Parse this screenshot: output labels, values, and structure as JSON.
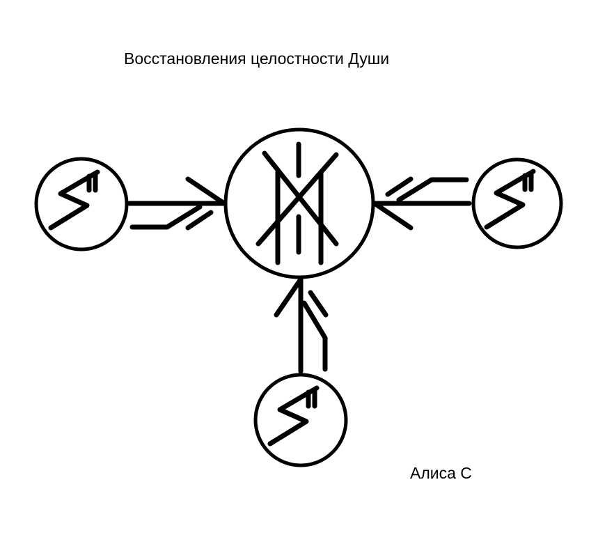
{
  "title": "Восстановления целостности Души",
  "author": "Алиса С",
  "diagram": {
    "central_node": "bindrune-icon",
    "satellite_nodes": [
      "sowilo-rune-left",
      "sowilo-rune-right",
      "sowilo-rune-bottom"
    ],
    "colors": {
      "stroke": "#000000",
      "background": "#ffffff"
    }
  }
}
